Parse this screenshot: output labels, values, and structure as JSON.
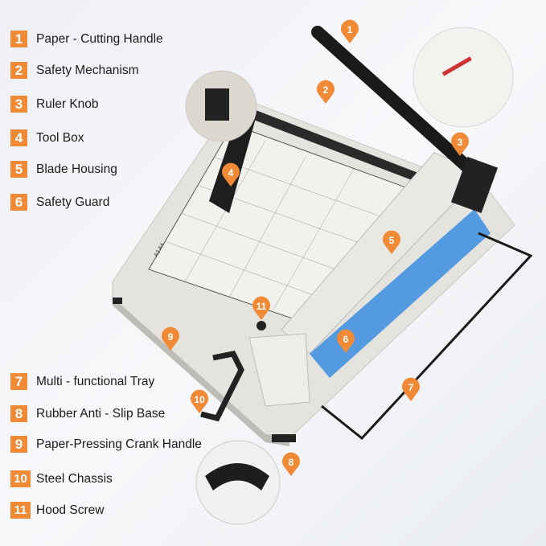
{
  "accent_color": "#f08a36",
  "parts": [
    {
      "num": "1",
      "label": "Paper - Cutting Handle"
    },
    {
      "num": "2",
      "label": "Safety Mechanism"
    },
    {
      "num": "3",
      "label": "Ruler Knob"
    },
    {
      "num": "4",
      "label": "Tool Box"
    },
    {
      "num": "5",
      "label": "Blade Housing"
    },
    {
      "num": "6",
      "label": "Safety Guard"
    },
    {
      "num": "7",
      "label": "Multi - functional Tray"
    },
    {
      "num": "8",
      "label": "Rubber Anti - Slip Base"
    },
    {
      "num": "9",
      "label": "Paper-Pressing Crank Handle"
    },
    {
      "num": "10",
      "label": "Steel Chassis"
    },
    {
      "num": "11",
      "label": "Hood Screw"
    }
  ],
  "board_label": "A3 A4"
}
